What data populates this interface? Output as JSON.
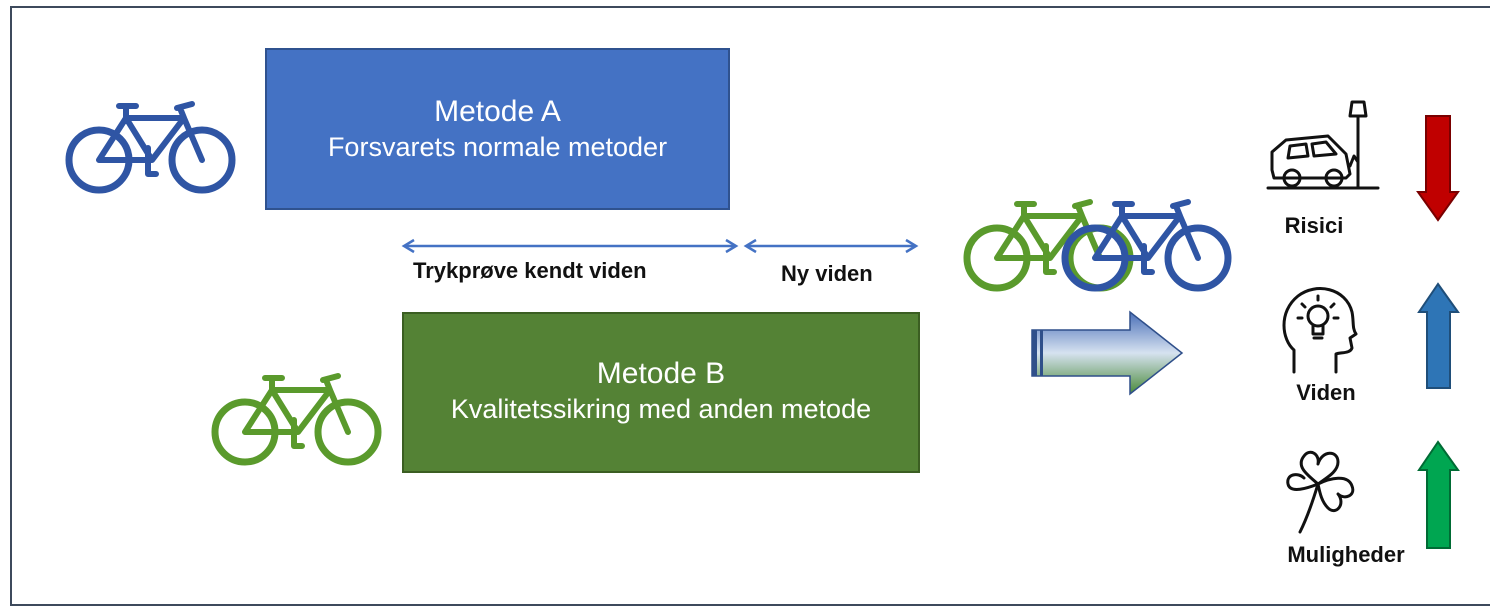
{
  "method_a": {
    "title": "Metode A",
    "subtitle": "Forsvarets normale metoder",
    "color": "#4472c4"
  },
  "method_b": {
    "title": "Metode B",
    "subtitle": "Kvalitetssikring med anden metode",
    "color": "#548235"
  },
  "span_labels": {
    "known": "Trykprøve kendt viden",
    "new": "Ny viden"
  },
  "outcomes": [
    {
      "label": "Risici",
      "icon": "car-crash-icon",
      "direction": "down",
      "color": "#c00000"
    },
    {
      "label": "Viden",
      "icon": "head-lightbulb-icon",
      "direction": "up",
      "color": "#2e75b6"
    },
    {
      "label": "Muligheder",
      "icon": "four-leaf-clover-icon",
      "direction": "up",
      "color": "#00a651"
    }
  ],
  "colors": {
    "bike_blue": "#2f55a4",
    "bike_green": "#5a9a2c",
    "arrow_line": "#4472c4"
  }
}
